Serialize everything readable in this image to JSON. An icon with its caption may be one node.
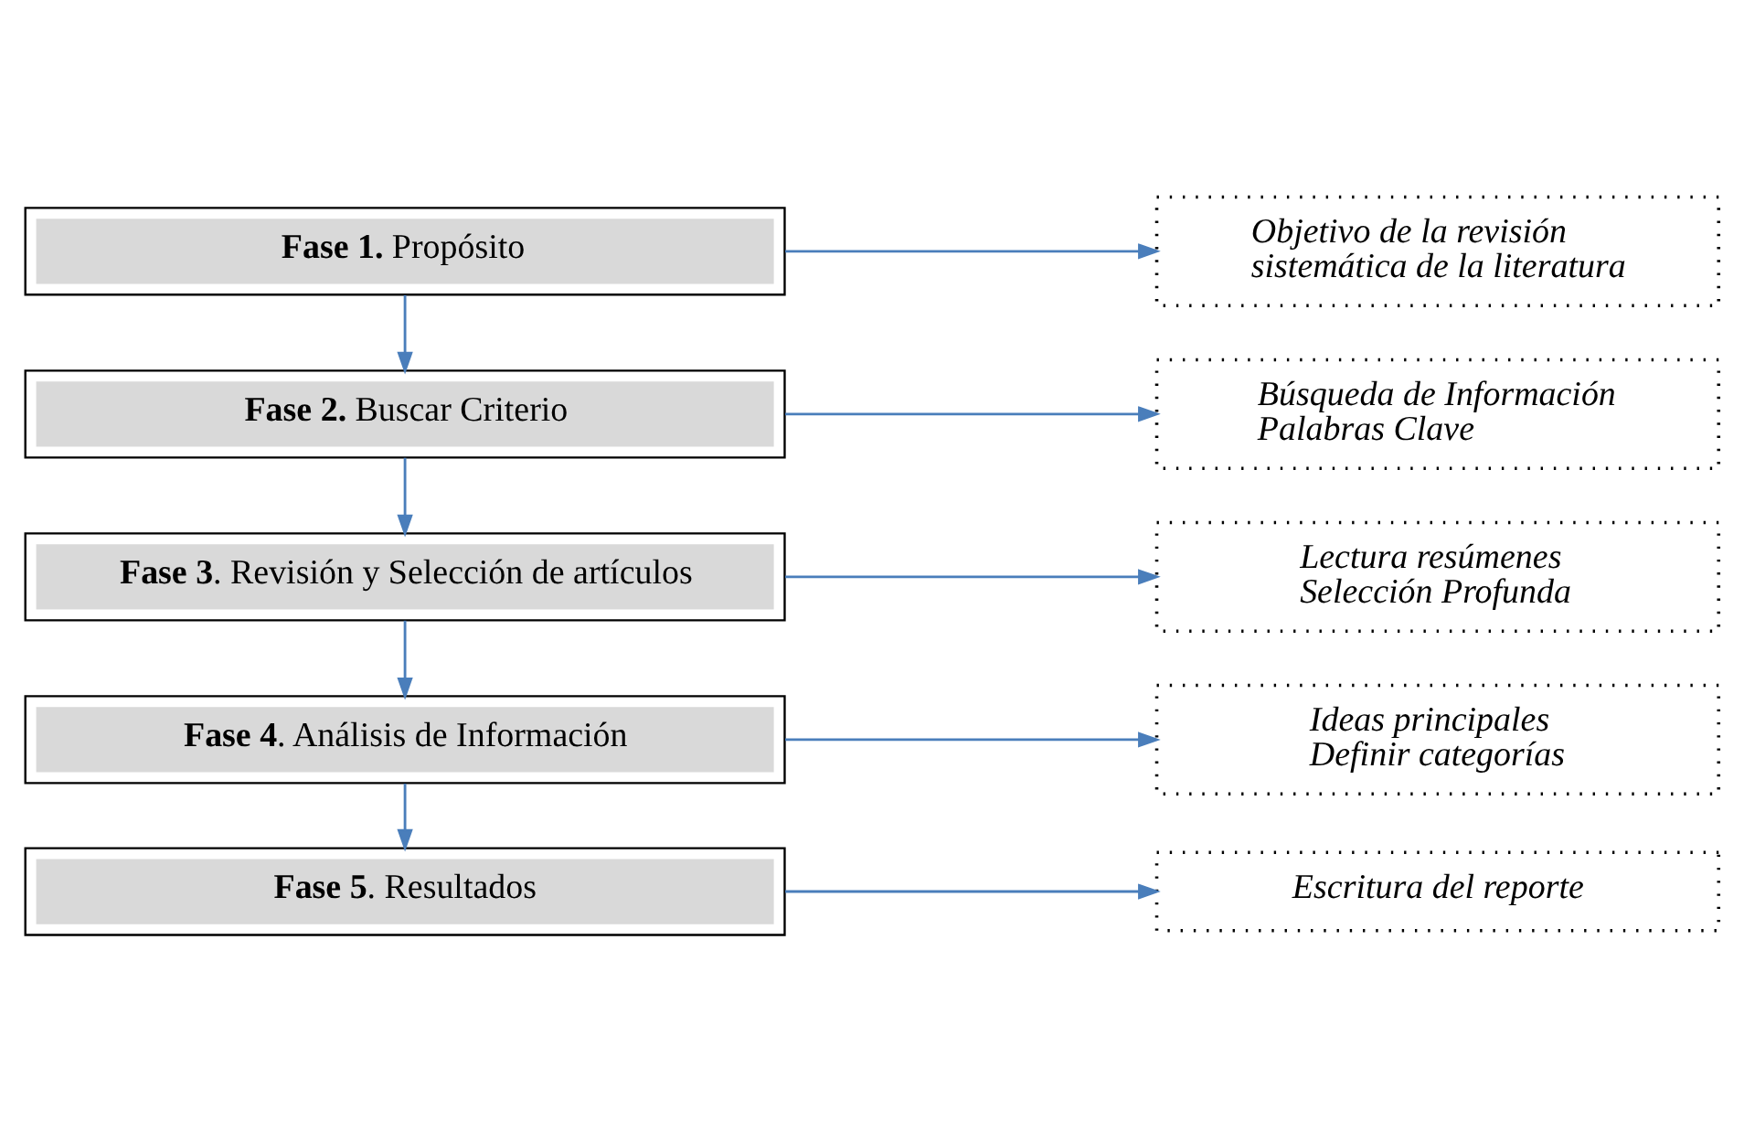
{
  "diagram": {
    "nodes": [
      {
        "text": [
          "**Fase 1.** Propósito"
        ]
      },
      {
        "text": [
          "Objetivo de la revisión sistemática de la literatura"
        ]
      },
      {
        "text": [
          "**Fase 2.** Buscar Criterio"
        ]
      },
      {
        "text": [
          "Búsqueda de Información",
          "Palabras Clave"
        ]
      },
      {
        "text": [
          "**Fase 3**. Revisión y Selección de artículos"
        ]
      },
      {
        "text": [
          "Lectura resúmenes",
          "Selección Profunda"
        ]
      },
      {
        "text": [
          "**Fase 4**. Análisis de Información"
        ]
      },
      {
        "text": [
          "Ideas principales",
          "Definir categorías"
        ]
      },
      {
        "text": [
          "**Fase 5**. Resultados"
        ]
      },
      {
        "text": [
          "Escritura del reporte"
        ]
      }
    ],
    "edges": [
      {
        "from": 0,
        "to": 2,
        "arrow": "to"
      },
      {
        "from": 2,
        "to": 4,
        "arrow": "to"
      },
      {
        "from": 4,
        "to": 6,
        "arrow": "to"
      },
      {
        "from": 6,
        "to": 8,
        "arrow": "to"
      },
      {
        "from": 0,
        "to": 1,
        "arrow": "to"
      },
      {
        "from": 2,
        "to": 3,
        "arrow": "to"
      },
      {
        "from": 4,
        "to": 5,
        "arrow": "to"
      },
      {
        "from": 6,
        "to": 7,
        "arrow": "to"
      },
      {
        "from": 8,
        "to": 9,
        "arrow": "to"
      }
    ]
  }
}
